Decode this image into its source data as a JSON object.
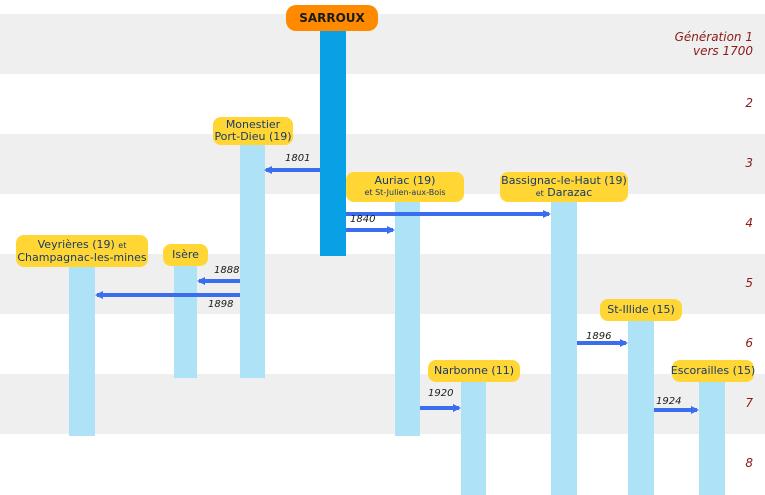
{
  "root": {
    "name": "SARROUX"
  },
  "generations": [
    {
      "label": "Génération 1",
      "sub": "vers 1700"
    },
    {
      "label": "2"
    },
    {
      "label": "3"
    },
    {
      "label": "4"
    },
    {
      "label": "5"
    },
    {
      "label": "6"
    },
    {
      "label": "7"
    },
    {
      "label": "8"
    }
  ],
  "places": {
    "monestier": {
      "line1": "Monestier",
      "line2": "Port-Dieu (19)"
    },
    "auriac": {
      "line1": "Auriac (19)",
      "line2": "et St-Julien-aux-Bois"
    },
    "bassignac": {
      "line1": "Bassignac-le-Haut (19)",
      "line2_small": "et",
      "line2": "Darazac"
    },
    "veyrieres": {
      "line1": "Veyrières (19)",
      "line1_small": "et",
      "line2": "Champagnac-les-mines"
    },
    "isere": {
      "line1": "Isère"
    },
    "stillide": {
      "line1": "St-Illide (15)"
    },
    "narbonne": {
      "line1": "Narbonne (11)"
    },
    "escorailles": {
      "line1": "Escorailles (15)"
    }
  },
  "migrations": [
    {
      "from": "SARROUX",
      "to": "Monestier Port-Dieu (19)",
      "year": "1801"
    },
    {
      "from": "SARROUX",
      "to": "Auriac (19)",
      "year": "1840"
    },
    {
      "from": "SARROUX",
      "to": "Bassignac-le-Haut (19)",
      "year": ""
    },
    {
      "from": "Monestier Port-Dieu (19)",
      "to": "Isère",
      "year": "1888"
    },
    {
      "from": "Monestier Port-Dieu (19)",
      "to": "Veyrières (19)",
      "year": "1898"
    },
    {
      "from": "Bassignac-le-Haut (19)",
      "to": "St-Illide (15)",
      "year": "1896"
    },
    {
      "from": "Auriac (19)",
      "to": "Narbonne (11)",
      "year": "1920"
    },
    {
      "from": "St-Illide (15)",
      "to": "Escorailles (15)",
      "year": "1924"
    }
  ],
  "colors": {
    "band": "#efefef",
    "bar": "#aee3f7",
    "root_bar": "#0aa0e6",
    "pill": "#ffd633",
    "root_pill": "#ff8a00",
    "arrow": "#3a6df0",
    "generation_label": "#8b1a1a"
  }
}
